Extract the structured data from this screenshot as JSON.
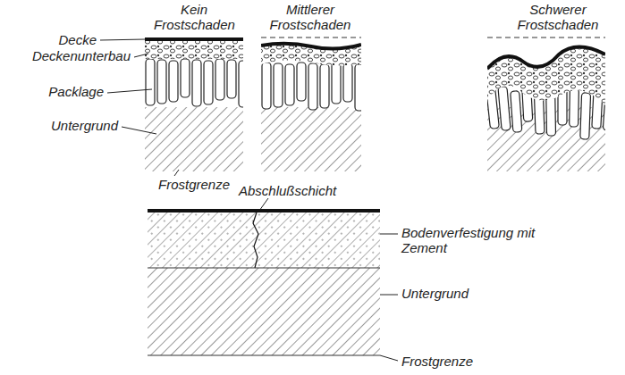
{
  "diagram": {
    "labels": [
      "Kein Frostschaden",
      "Mittlerer Frostschaden",
      "Schwerer Frostschaden",
      "Decke",
      "Deckenunterbau",
      "Packlage",
      "Untergrund",
      "Frostgrenze",
      "Abschlußschicht",
      "Bodenverfestigung mit Zement",
      "Untergrund",
      "Frostgrenze"
    ]
  }
}
